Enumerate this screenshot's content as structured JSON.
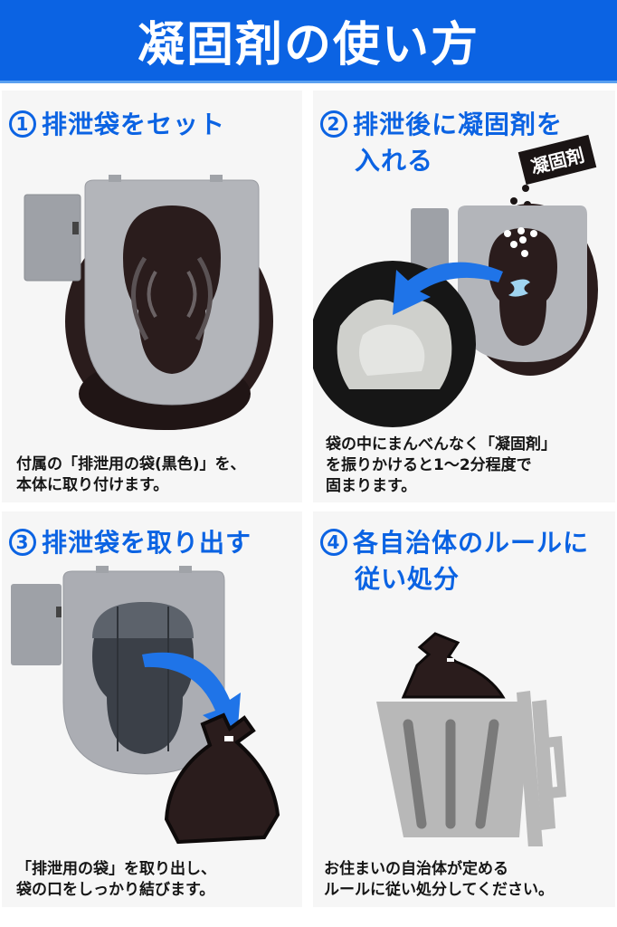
{
  "header": {
    "title": "凝固剤の使い方"
  },
  "colors": {
    "brand_blue": "#0b63e3",
    "panel_bg": "#f6f6f6",
    "text": "#151515",
    "bag_black": "#2a1c1c",
    "seat_gray": "#a9abb0"
  },
  "steps": [
    {
      "number": "1",
      "title_line1": "排泄袋をセット",
      "title_line2": "",
      "description_line1": "付属の「排泄用の袋(黒色)」を、",
      "description_line2": "本体に取り付けます。",
      "description_line3": "",
      "illustration": "toilet-with-black-bag"
    },
    {
      "number": "2",
      "title_line1": "排泄後に凝固剤を",
      "title_line2": "入れる",
      "label_tag": "凝固剤",
      "description_line1": "袋の中にまんべんなく「凝固剤」",
      "description_line2": "を振りかけると1〜2分程度で",
      "description_line3": "固まります。",
      "illustration": "pouring-coagulant"
    },
    {
      "number": "3",
      "title_line1": "排泄袋を取り出す",
      "title_line2": "",
      "description_line1": "「排泄用の袋」を取り出し、",
      "description_line2": "袋の口をしっかり結びます。",
      "description_line3": "",
      "illustration": "removing-tied-bag"
    },
    {
      "number": "4",
      "title_line1": "各自治体のルールに",
      "title_line2": "従い処分",
      "description_line1": "お住まいの自治体が定める",
      "description_line2": "ルールに従い処分してください。",
      "description_line3": "",
      "illustration": "bag-in-trash-can"
    }
  ]
}
